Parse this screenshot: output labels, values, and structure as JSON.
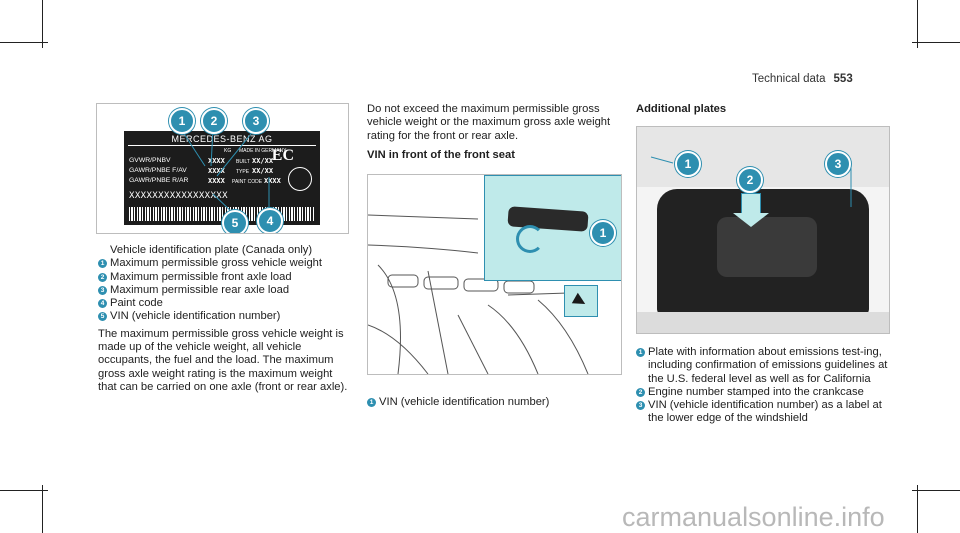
{
  "header": {
    "section": "Technical data",
    "page_number": "553"
  },
  "figure_vin_label": {
    "plate": {
      "title": "MERCEDES-BENZ AG",
      "kg": "KG",
      "made_in": "MADE IN GERMANY",
      "rows": [
        {
          "label": "GVWR/PNBV",
          "value": "XXXX",
          "tag": "BUILT",
          "tag_value": "XX/XX"
        },
        {
          "label": "GAWR/PNBE F/AV",
          "value": "XXXX",
          "tag": "TYPE",
          "tag_value": "XX/XX"
        },
        {
          "label": "GAWR/PNBE R/AR",
          "value": "XXXX",
          "tag": "PAINT CODE",
          "tag_value": "XXXX"
        }
      ],
      "ec_mark": "EC",
      "vin": "XXXXXXXXXXXXXXXXX"
    },
    "callouts": [
      "1",
      "2",
      "3",
      "4",
      "5"
    ]
  },
  "col1": {
    "caption": "Vehicle identification plate (Canada only)",
    "items": [
      {
        "num": "1",
        "text": "Maximum permissible gross vehicle weight"
      },
      {
        "num": "2",
        "text": "Maximum permissible front axle load"
      },
      {
        "num": "3",
        "text": "Maximum permissible rear axle load"
      },
      {
        "num": "4",
        "text": "Paint code"
      },
      {
        "num": "5",
        "text": "VIN (vehicle identification number)"
      }
    ],
    "paragraph": "The maximum permissible gross vehicle weight is made up of the vehicle weight, all vehicle occupants, the fuel and the load. The maximum gross axle weight rating is the maximum weight that can be carried on one axle (front or rear axle)."
  },
  "col2": {
    "intro": "Do not exceed the maximum permissible gross vehicle weight or the maximum gross axle weight rating for the front or rear axle.",
    "heading": "VIN in front of the front seat",
    "callout": "1",
    "items": [
      {
        "num": "1",
        "text": "VIN (vehicle identification number)"
      }
    ]
  },
  "col3": {
    "heading": "Additional plates",
    "callouts": [
      "1",
      "2",
      "3"
    ],
    "items": [
      {
        "num": "1",
        "text": "Plate with information about emissions test-ing, including confirmation of emissions guidelines at the U.S. federal level as well as for California"
      },
      {
        "num": "2",
        "text": "Engine number stamped into the crankcase"
      },
      {
        "num": "3",
        "text": "VIN (vehicle identification number) as a label at the lower edge of the windshield"
      }
    ]
  },
  "watermark": "carmanualsonline.info",
  "colors": {
    "callout": "#2e8fb0",
    "highlight": "#bfeaea"
  }
}
